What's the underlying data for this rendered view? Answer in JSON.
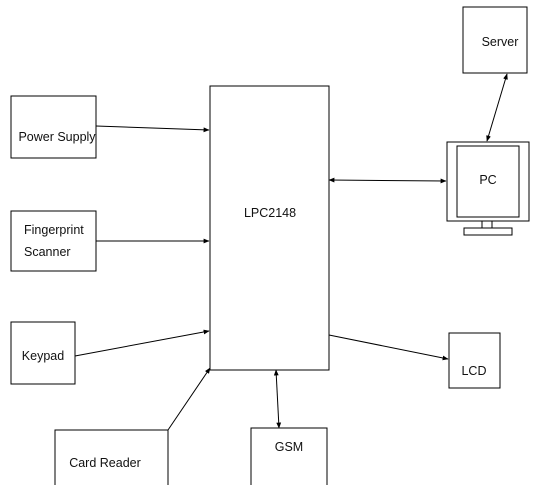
{
  "blocks": {
    "server": "Server",
    "power_supply": "Power Supply",
    "fingerprint_line1": "Fingerprint",
    "fingerprint_line2": "Scanner",
    "keypad": "Keypad",
    "card_reader": "Card Reader",
    "mcu": "LPC2148",
    "pc": "PC",
    "lcd": "LCD",
    "gsm": "GSM"
  },
  "colors": {
    "stroke": "#000000",
    "background": "#ffffff",
    "text": "#111111"
  }
}
